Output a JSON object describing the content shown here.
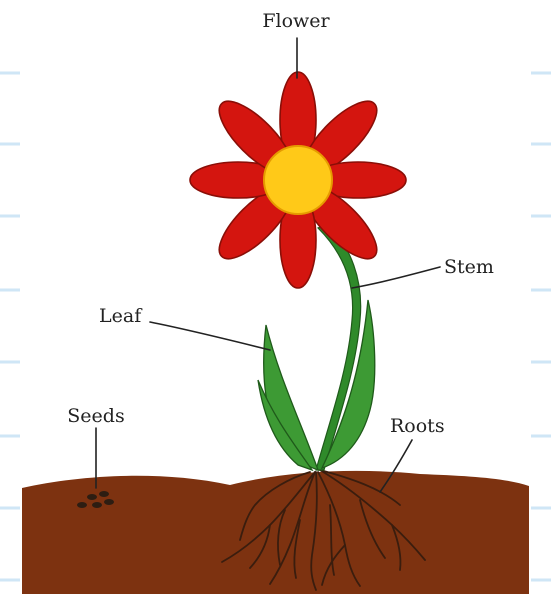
{
  "labels": {
    "flower": "Flower",
    "stem": "Stem",
    "leaf": "Leaf",
    "seeds": "Seeds",
    "roots": "Roots"
  },
  "colors": {
    "petal": "#d4150f",
    "petal_outline": "#8a0e07",
    "center": "#ffc918",
    "center_outline": "#e69a00",
    "stem": "#2f8a2a",
    "leaf": "#3d9a34",
    "leaf_outline": "#1f5a1a",
    "soil": "#7d3210",
    "roots": "#3a1d0e",
    "seeds": "#2d1d12",
    "line": "#222222",
    "margin_dash": "#cfe6f6"
  }
}
